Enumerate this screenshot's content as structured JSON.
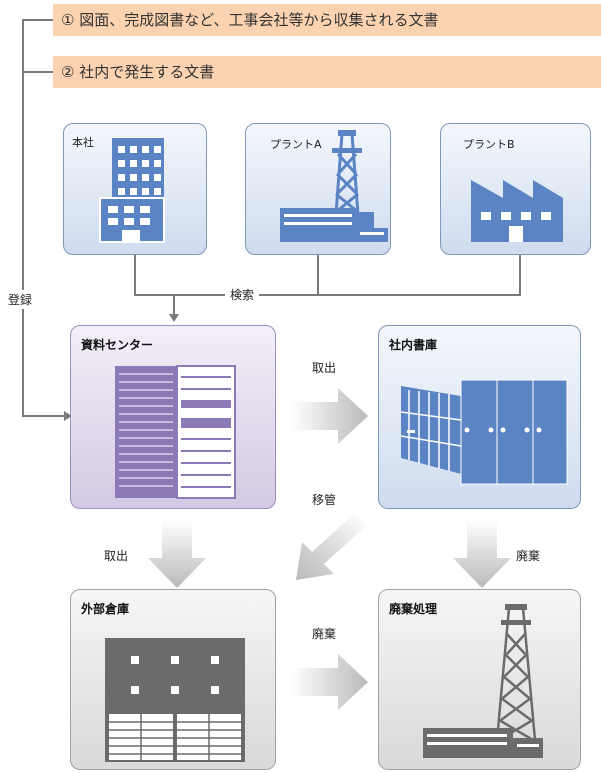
{
  "bands": {
    "item1": "① 図面、完成図書など、工事会社等から収集される文書",
    "item2": "② 社内で発生する文書"
  },
  "sites": {
    "honsha": "本社",
    "plant_a": "プラントA",
    "plant_b": "プラントB"
  },
  "labels": {
    "register": "登録",
    "search": "検索",
    "takeout1": "取出",
    "transfer": "移管",
    "takeout2": "取出",
    "dispose1": "廃棄",
    "dispose2": "廃棄"
  },
  "boxes": {
    "center": "資料センター",
    "library": "社内書庫",
    "external": "外部倉庫",
    "disposal": "廃棄処理"
  },
  "colors": {
    "band": "#fbd3b0",
    "icon_blue": "#5b84c4",
    "purple": "#8c79b7",
    "grey_icon": "#6b6b6b"
  }
}
